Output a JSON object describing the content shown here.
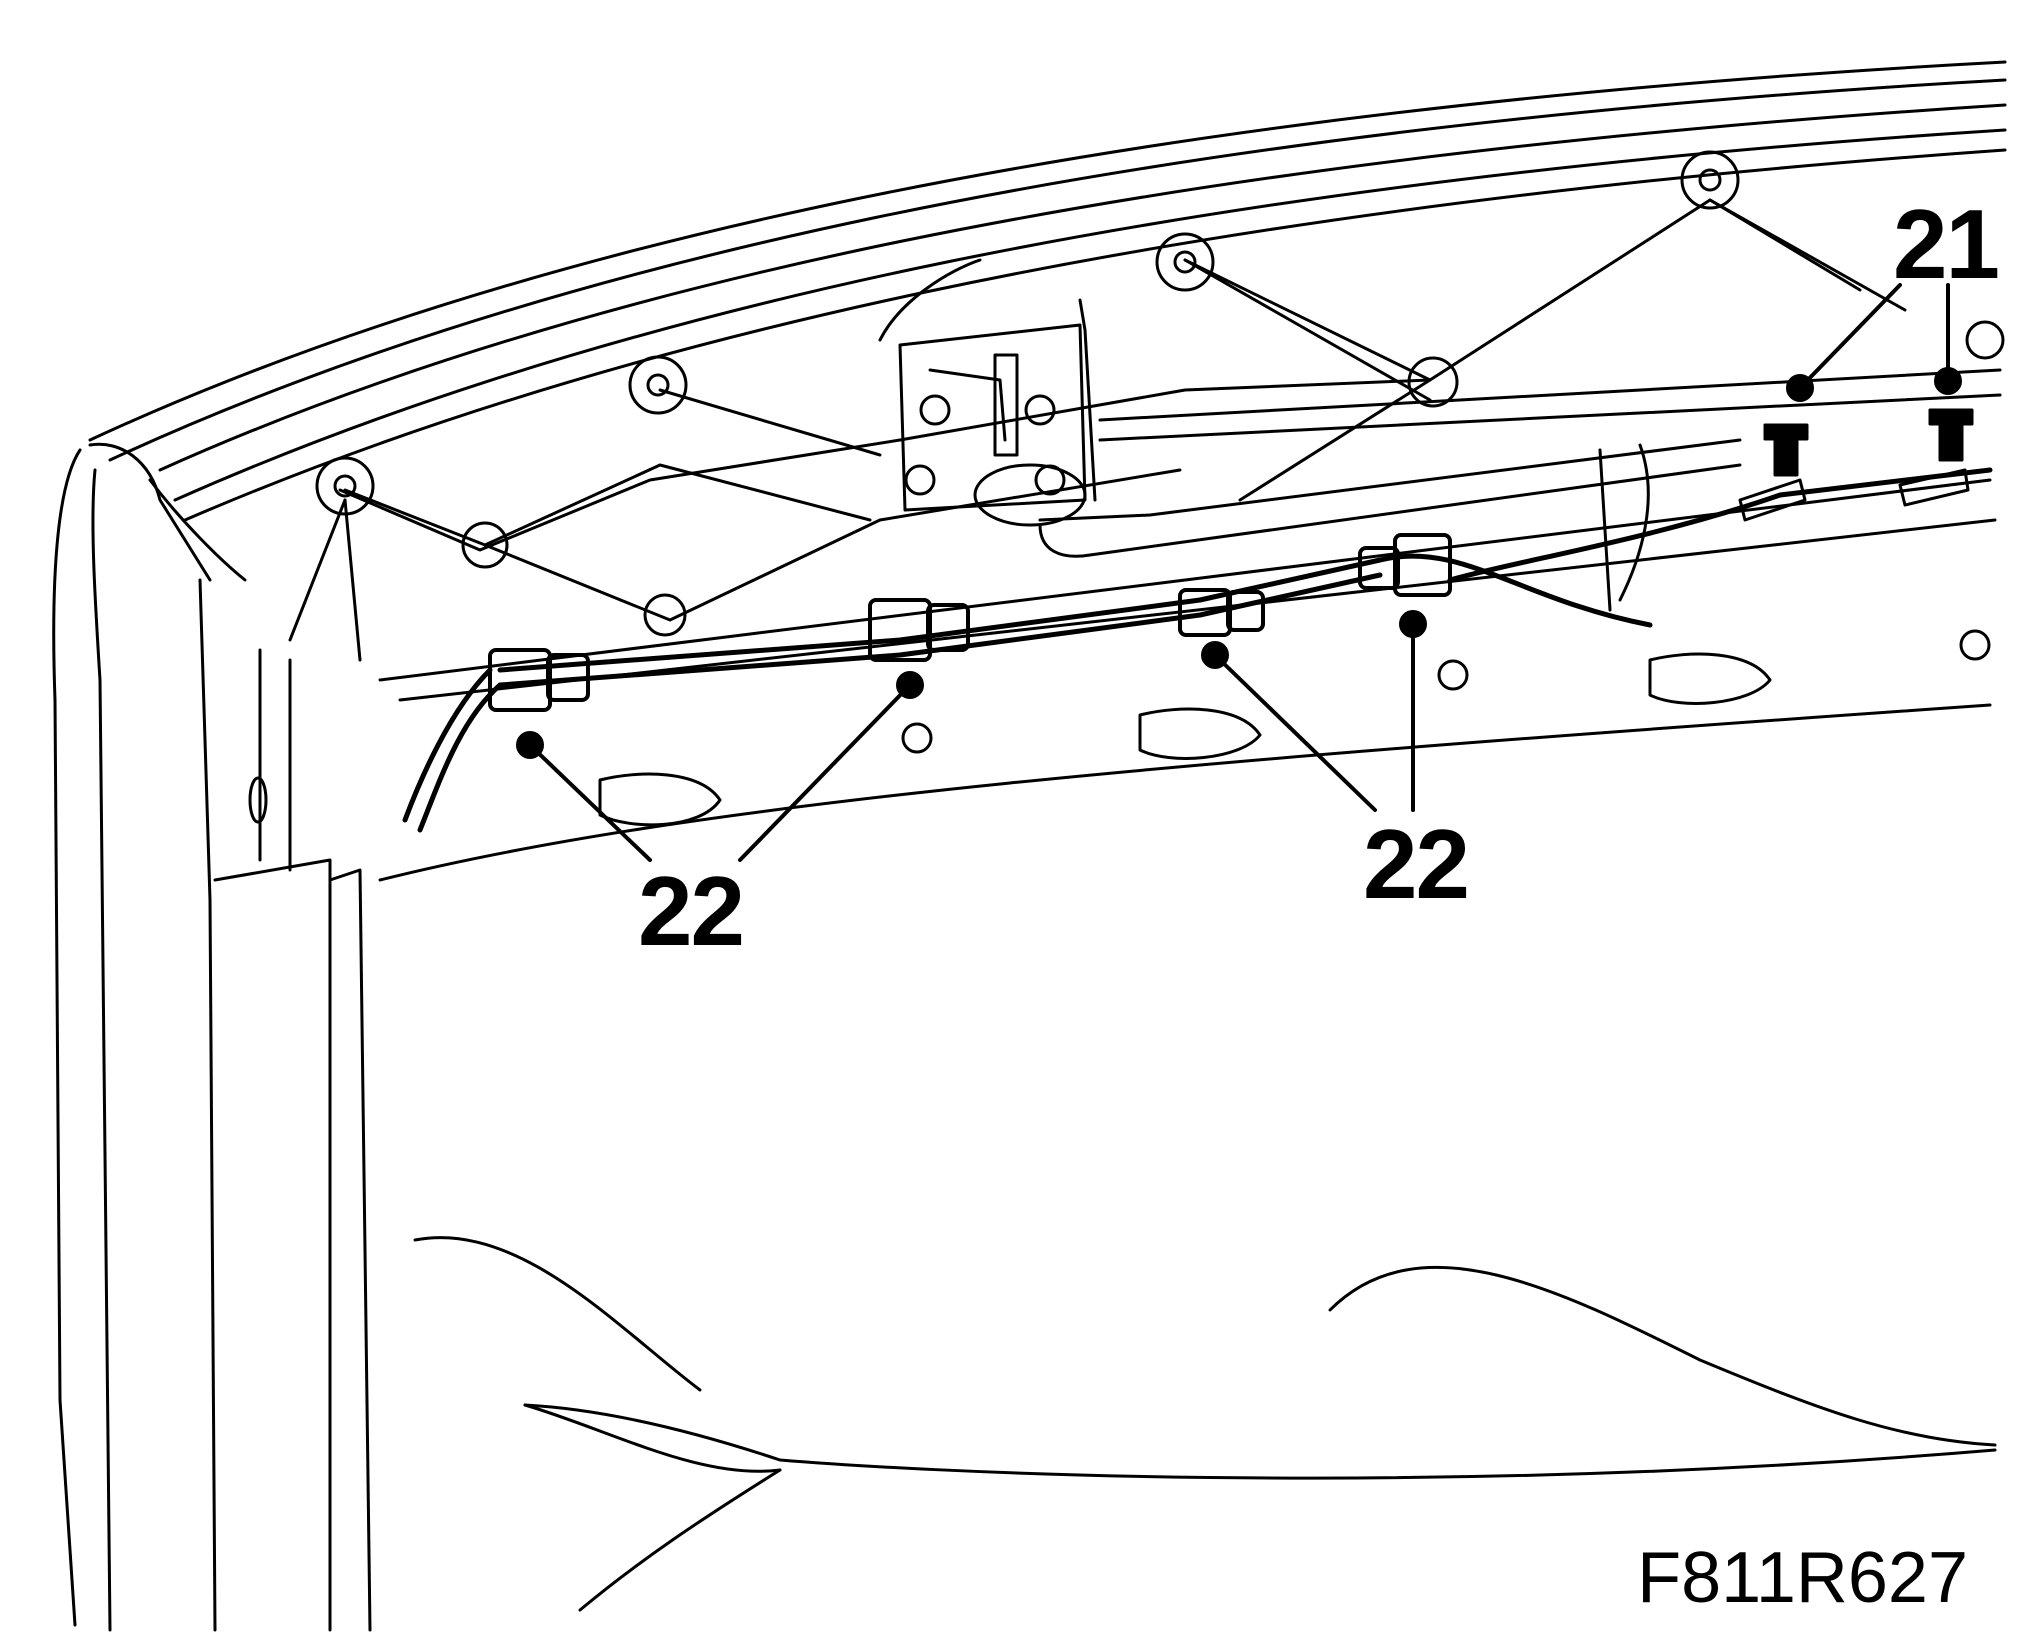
{
  "callouts": {
    "label_21": "21",
    "label_22_left": "22",
    "label_22_right": "22"
  },
  "figure_code": "F811R627",
  "colors": {
    "line": "#000000",
    "background": "#ffffff"
  }
}
